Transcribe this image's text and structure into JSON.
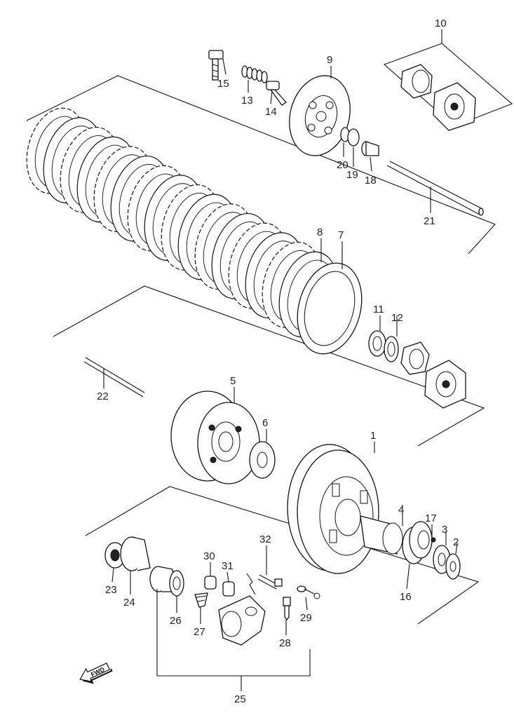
{
  "part_labels": {
    "p1": "1",
    "p2": "2",
    "p3": "3",
    "p4": "4",
    "p5": "5",
    "p6": "6",
    "p7": "7",
    "p8": "8",
    "p9": "9",
    "p10": "10",
    "p11": "11",
    "p12": "12",
    "p13": "13",
    "p14": "14",
    "p15": "15",
    "p16": "16",
    "p17": "17",
    "p18": "18",
    "p19": "19",
    "p20": "20",
    "p21": "21",
    "p22": "22",
    "p23": "23",
    "p24": "24",
    "p25": "25",
    "p26": "26",
    "p27": "27",
    "p28": "28",
    "p29": "29",
    "p30": "30",
    "p31": "31",
    "p32": "32"
  },
  "fwd_arrow": {
    "label": "FWD"
  }
}
